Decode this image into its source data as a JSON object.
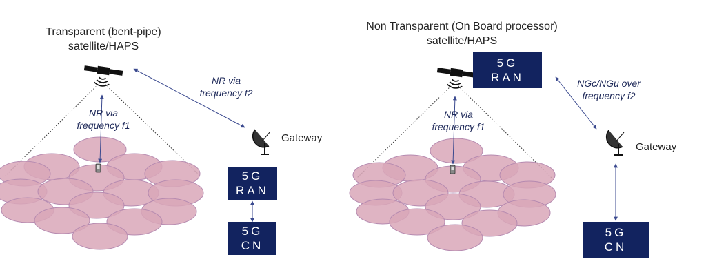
{
  "left": {
    "title_line1": "Transparent (bent-pipe)",
    "title_line2": "satellite/HAPS",
    "feeder_label_line1": "NR via",
    "feeder_label_line2": "frequency f2",
    "user_label_line1": "NR via",
    "user_label_line2": "frequency f1",
    "gateway_label": "Gateway",
    "ran_box": {
      "line1": "5G",
      "line2": "RAN"
    },
    "cn_box": {
      "line1": "5G",
      "line2": "CN"
    }
  },
  "right": {
    "title_line1": "Non Transparent (On Board processor)",
    "title_line2": "satellite/HAPS",
    "onboard_box": {
      "line1": "5G",
      "line2": "RAN"
    },
    "feeder_label_line1": "NGc/NGu over",
    "feeder_label_line2": "frequency f2",
    "user_label_line1": "NR via",
    "user_label_line2": "frequency f1",
    "gateway_label": "Gateway",
    "cn_box": {
      "line1": "5G",
      "line2": "CN"
    }
  },
  "colors": {
    "box_fill": "#12235f",
    "cell_fill": "#d9a7b8",
    "cell_stroke": "#b58ab0",
    "link": "#3b4a8f"
  },
  "icons": [
    "satellite-icon",
    "satellite-dish-icon",
    "mobile-device-icon"
  ]
}
